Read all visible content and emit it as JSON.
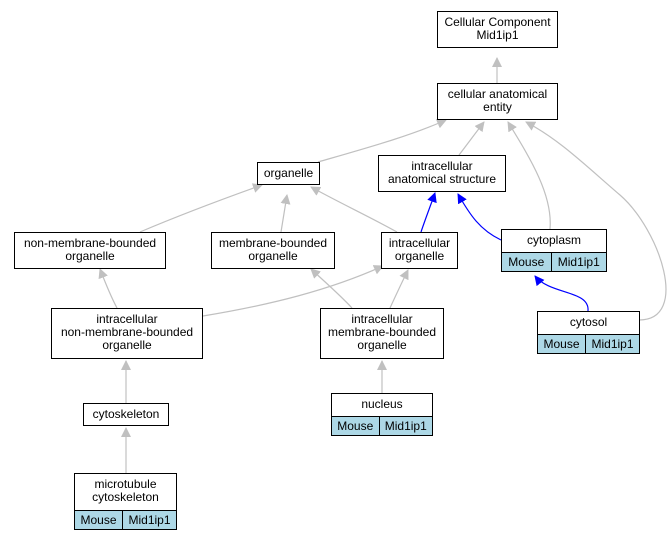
{
  "nodes": {
    "cc_mid1ip1": {
      "line1": "Cellular Component",
      "line2": "Mid1ip1"
    },
    "cae": {
      "line1": "cellular anatomical",
      "line2": "entity"
    },
    "organelle": {
      "line1": "organelle"
    },
    "ias": {
      "line1": "intracellular",
      "line2": "anatomical structure"
    },
    "nmbo": {
      "line1": "non-membrane-bounded",
      "line2": "organelle"
    },
    "mbo": {
      "line1": "membrane-bounded",
      "line2": "organelle"
    },
    "io": {
      "line1": "intracellular",
      "line2": "organelle"
    },
    "cytoplasm": {
      "line1": "cytoplasm",
      "species": "Mouse",
      "gene": "Mid1ip1"
    },
    "inmbo": {
      "line1": "intracellular",
      "line2": "non-membrane-bounded",
      "line3": "organelle"
    },
    "imbo": {
      "line1": "intracellular",
      "line2": "membrane-bounded",
      "line3": "organelle"
    },
    "cytosol": {
      "line1": "cytosol",
      "species": "Mouse",
      "gene": "Mid1ip1"
    },
    "cytoskeleton": {
      "line1": "cytoskeleton"
    },
    "nucleus": {
      "line1": "nucleus",
      "species": "Mouse",
      "gene": "Mid1ip1"
    },
    "mtc": {
      "line1": "microtubule",
      "line2": "cytoskeleton",
      "species": "Mouse",
      "gene": "Mid1ip1"
    }
  },
  "edge_colors": {
    "default": "#c0c0c0",
    "highlight": "#0000ff"
  },
  "annotation_color": "#add8e6"
}
